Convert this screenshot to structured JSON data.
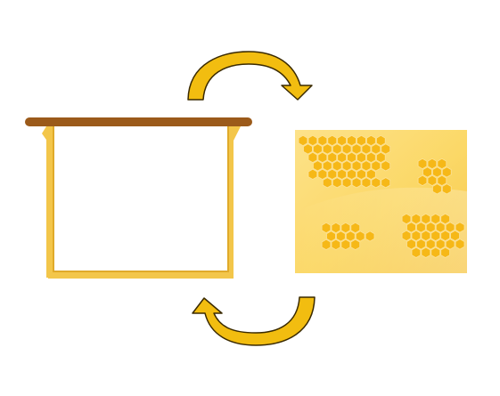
{
  "diagram": {
    "kind": "cycle",
    "items": [
      {
        "id": "empty-frame",
        "icon": "empty-hive-frame-icon"
      },
      {
        "id": "filled-frame",
        "icon": "honeycomb-frame-icon"
      }
    ],
    "arrows": [
      {
        "from": "empty-frame",
        "to": "filled-frame",
        "icon": "curved-arrow-icon"
      },
      {
        "from": "filled-frame",
        "to": "empty-frame",
        "icon": "curved-arrow-icon"
      }
    ],
    "colors": {
      "frame_top_bar": "#9b5a1a",
      "frame_sides": "#f3c64a",
      "comb_panel": "#fbdc7a",
      "comb_cells": "#f6b817",
      "arrow_fill": "#f2bd10",
      "arrow_stroke": "#3a2a00"
    }
  }
}
